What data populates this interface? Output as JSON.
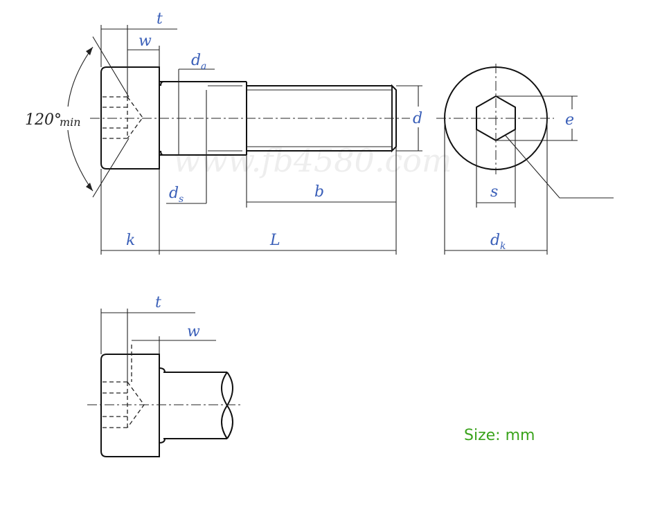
{
  "labels": {
    "t": "t",
    "w": "w",
    "da_main": "d",
    "da_sub": "a",
    "d": "d",
    "e": "e",
    "ds_main": "d",
    "ds_sub": "s",
    "b": "b",
    "s": "s",
    "k": "k",
    "L": "L",
    "dk_main": "d",
    "dk_sub": "k",
    "angle": "120°",
    "angle_suffix": "min",
    "t2": "t",
    "w2": "w"
  },
  "watermark": "www.fb4580.com",
  "size_note": "Size: mm",
  "colors": {
    "label": "#3a5fb8",
    "note": "#3aa31c",
    "line": "#111111"
  }
}
